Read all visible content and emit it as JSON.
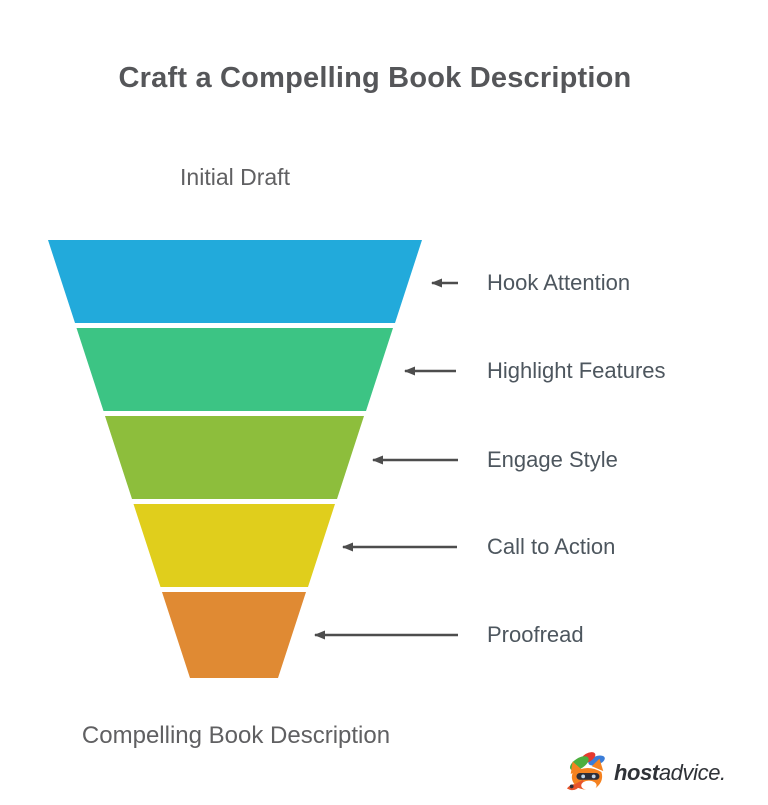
{
  "title": "Craft a Compelling Book Description",
  "funnel": {
    "top_label": "Initial Draft",
    "bottom_label": "Compelling Book Description",
    "stages": [
      {
        "label": "Hook Attention",
        "color": "#22AADB"
      },
      {
        "label": "Highlight Features",
        "color": "#3CC484"
      },
      {
        "label": "Engage Style",
        "color": "#8DBE3C"
      },
      {
        "label": "Call to Action",
        "color": "#E0CE1C"
      },
      {
        "label": "Proofread",
        "color": "#E08A33"
      }
    ],
    "arrow_color": "#4D4D4D"
  },
  "logo": {
    "brand_bold": "host",
    "brand_light": "advice."
  }
}
